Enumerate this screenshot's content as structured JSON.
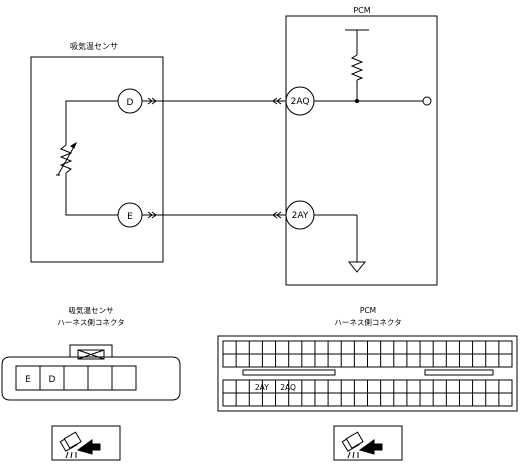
{
  "schematic": {
    "sensor_title": "吸気温センサ",
    "pcm_title": "PCM",
    "sensor_pin_d": "D",
    "sensor_pin_e": "E",
    "pcm_pin_2aq": "2AQ",
    "pcm_pin_2ay": "2AY"
  },
  "connectors": {
    "sensor_title_line1": "吸気温センサ",
    "sensor_title_line2": "ハーネス側コネクタ",
    "sensor_cells": [
      "E",
      "D",
      "",
      "",
      ""
    ],
    "pcm_title_line1": "PCM",
    "pcm_title_line2": "ハーネス側コネクタ",
    "pcm_top_cells": 22,
    "pcm_bottom_cells": 22,
    "pcm_bottom_labels": [
      {
        "index": 2,
        "text": "2AY"
      },
      {
        "index": 4,
        "text": "2AQ"
      }
    ]
  },
  "legend": {
    "icon": "connector-view-direction-icon"
  }
}
